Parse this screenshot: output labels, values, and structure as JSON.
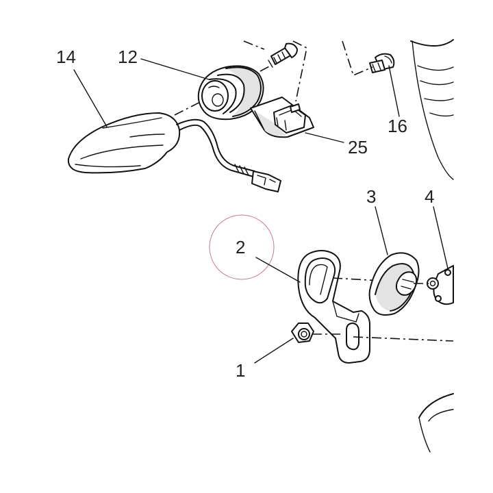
{
  "callouts": [
    {
      "id": "14",
      "label": "14"
    },
    {
      "id": "12",
      "label": "12"
    },
    {
      "id": "16",
      "label": "16"
    },
    {
      "id": "25",
      "label": "25"
    },
    {
      "id": "3",
      "label": "3"
    },
    {
      "id": "4",
      "label": "4"
    },
    {
      "id": "2",
      "label": "2"
    },
    {
      "id": "1",
      "label": "1"
    }
  ],
  "highlight": {
    "callout": "2",
    "color": "#c87a8a"
  },
  "colors": {
    "line": "#111111",
    "shade": "#e3e3e3",
    "background": "#ffffff"
  }
}
